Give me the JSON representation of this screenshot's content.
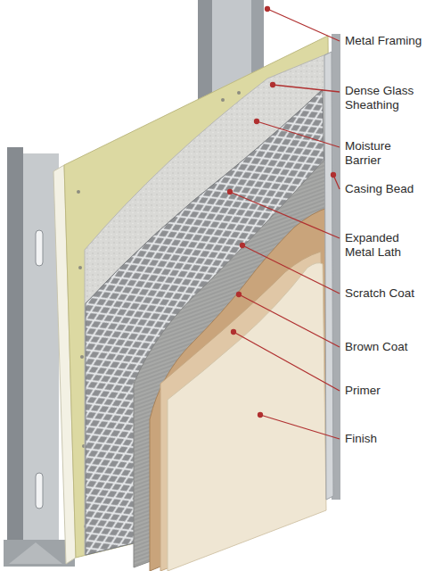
{
  "diagram": {
    "labels": [
      "Metal Framing",
      "Dense Glass Sheathing",
      "Moisture Barrier",
      "Casing Bead",
      "Expanded Metal Lath",
      "Scratch Coat",
      "Brown Coat",
      "Primer",
      "Finish"
    ]
  }
}
